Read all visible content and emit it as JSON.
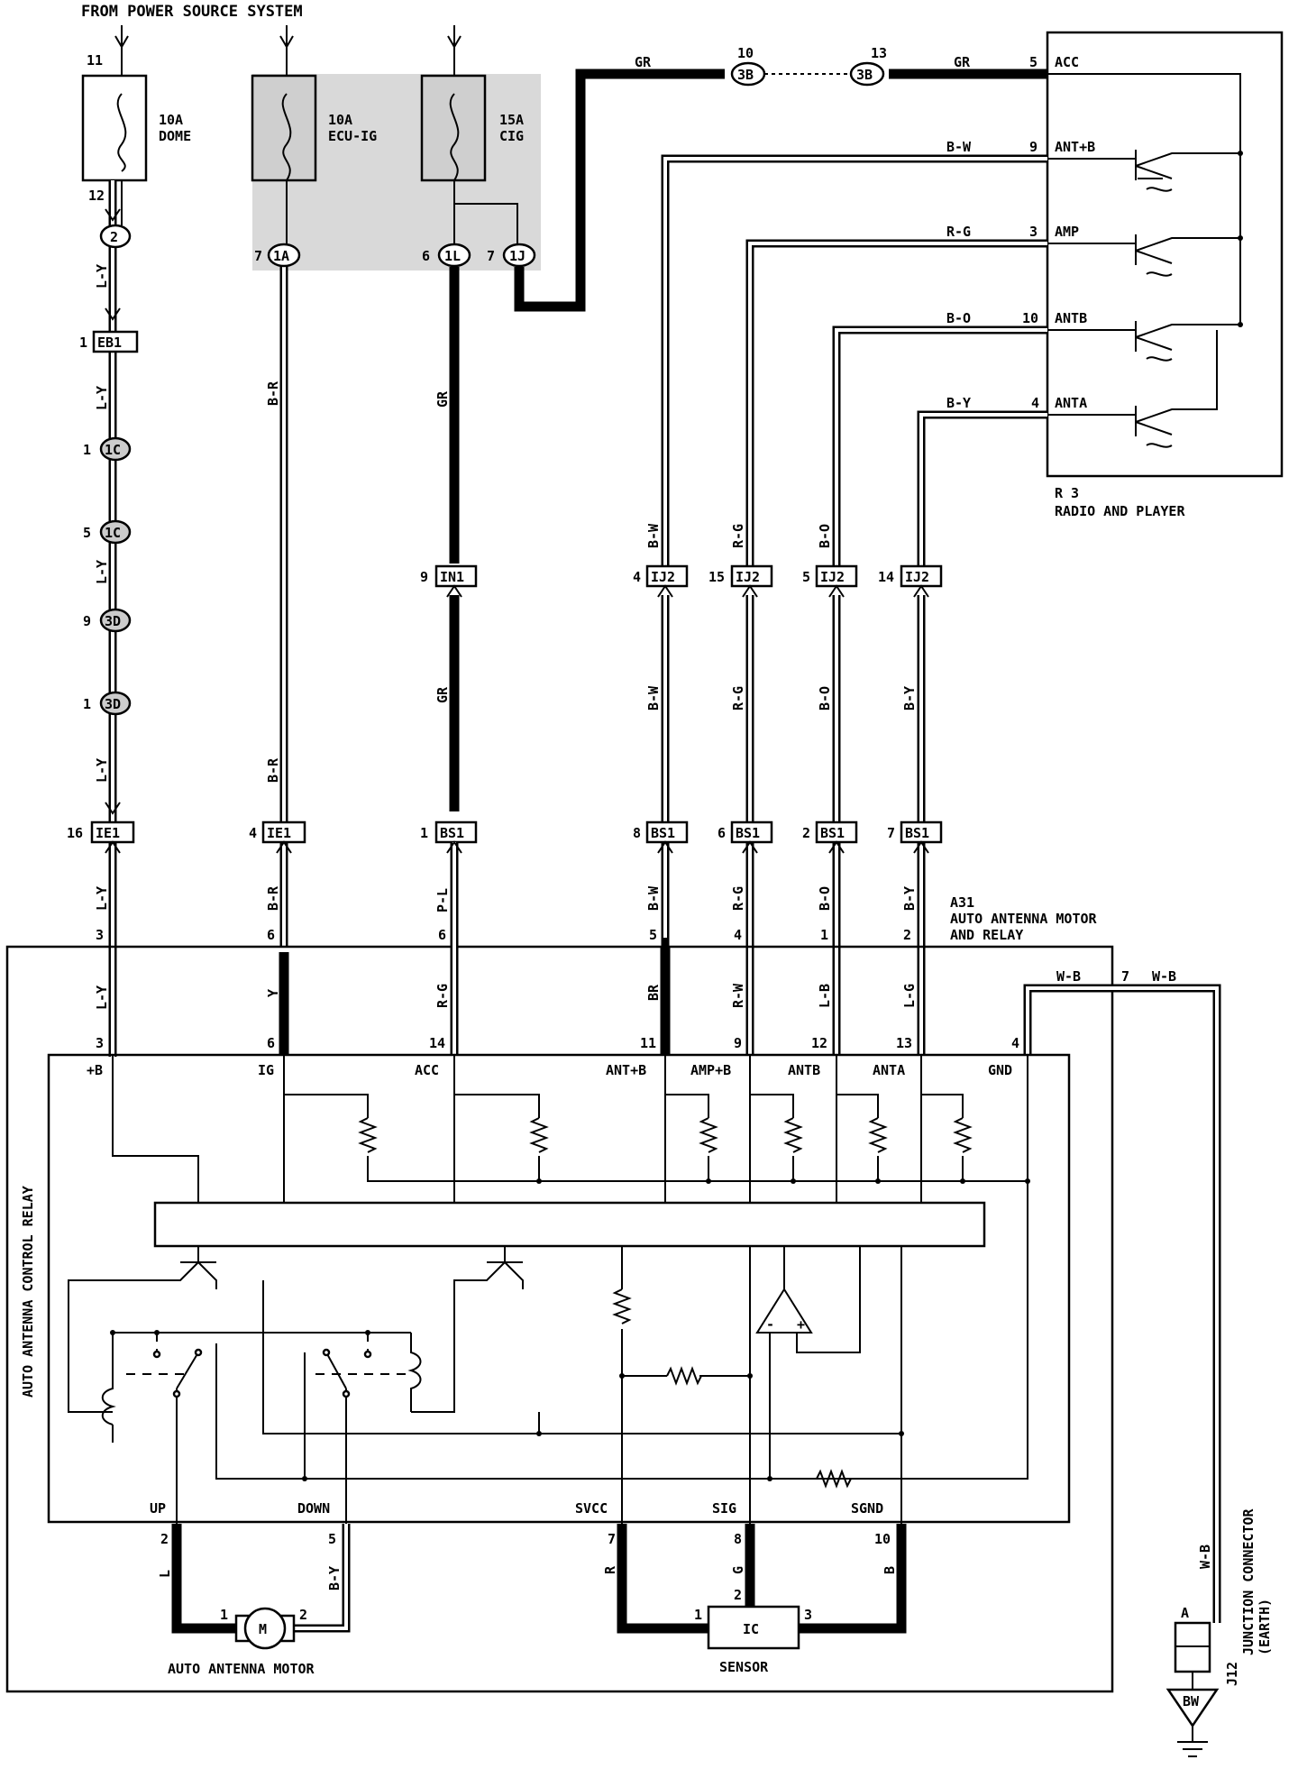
{
  "header": "FROM POWER SOURCE SYSTEM",
  "fuses": [
    {
      "amps": "10A",
      "name": "DOME",
      "pin_in": "11",
      "pin_out": "12"
    },
    {
      "amps": "10A",
      "name": "ECU-IG"
    },
    {
      "amps": "15A",
      "name": "CIG"
    }
  ],
  "radio": {
    "id": "R 3",
    "name": "RADIO AND PLAYER",
    "pins": [
      {
        "wire": "GR",
        "num": "5",
        "label": "ACC"
      },
      {
        "wire": "B-W",
        "num": "9",
        "label": "ANT+B"
      },
      {
        "wire": "R-G",
        "num": "3",
        "label": "AMP"
      },
      {
        "wire": "B-O",
        "num": "10",
        "label": "ANTB"
      },
      {
        "wire": "B-Y",
        "num": "4",
        "label": "ANTA"
      }
    ]
  },
  "top_connectors": {
    "c10": "10",
    "c10_id": "3B",
    "c13": "13",
    "c13_id": "3B",
    "gr": "GR"
  },
  "connectors": {
    "c2": "2",
    "c1a_pin": "7",
    "c1a": "1A",
    "c1l_pin": "6",
    "c1l": "1L",
    "c1j_pin": "7",
    "c1j": "1J",
    "eb1_pin": "1",
    "eb1": "EB1",
    "c1c_a_pin": "1",
    "c1c": "1C",
    "c1c_b_pin": "5",
    "c3d_a_pin": "9",
    "c3d": "3D",
    "c3d_b_pin": "1",
    "in1_pin": "9",
    "in1": "IN1",
    "ij2": "IJ2",
    "ij2_pins": [
      "4",
      "15",
      "5",
      "14"
    ],
    "ie1": "IE1",
    "ie1_pins": [
      "16",
      "4"
    ],
    "bs1": "BS1",
    "bs1_pins": [
      "1",
      "8",
      "6",
      "2",
      "7"
    ]
  },
  "wire_labels": {
    "ly": "L-Y",
    "br": "B-R",
    "gr": "GR",
    "bw": "B-W",
    "rg": "R-G",
    "bo": "B-O",
    "by": "B-Y",
    "pl": "P-L",
    "y": "Y",
    "brn": "BR",
    "rw": "R-W",
    "lb": "L-B",
    "lg": "L-G",
    "wb": "W-B",
    "l": "L",
    "r": "R",
    "g": "G",
    "b": "B"
  },
  "a31": {
    "id": "A31",
    "name1": "AUTO ANTENNA MOTOR",
    "name2": "AND RELAY",
    "upper_pins": [
      "3",
      "6",
      "6",
      "5",
      "4",
      "1",
      "2"
    ],
    "lower_pins": [
      "3",
      "6",
      "14",
      "11",
      "9",
      "12",
      "13",
      "4"
    ],
    "ground_pin": "7"
  },
  "relay": {
    "title": "AUTO ANTENNA CONTROL RELAY",
    "terms_top": [
      "+B",
      "IG",
      "ACC",
      "ANT+B",
      "AMP+B",
      "ANTB",
      "ANTA",
      "GND"
    ],
    "terms_bottom": [
      "UP",
      "DOWN",
      "SVCC",
      "SIG",
      "SGND"
    ],
    "bottom_pins": [
      "2",
      "5",
      "7",
      "8",
      "10"
    ]
  },
  "motor": {
    "symbol": "M",
    "label": "AUTO ANTENNA MOTOR",
    "pin1": "1",
    "pin2": "2"
  },
  "sensor": {
    "symbol": "IC",
    "label": "SENSOR",
    "pins": [
      "1",
      "2",
      "3"
    ]
  },
  "junction": {
    "id": "J12",
    "name1": "JUNCTION CONNECTOR",
    "name2": "(EARTH)",
    "pin": "A",
    "ground": "BW"
  }
}
